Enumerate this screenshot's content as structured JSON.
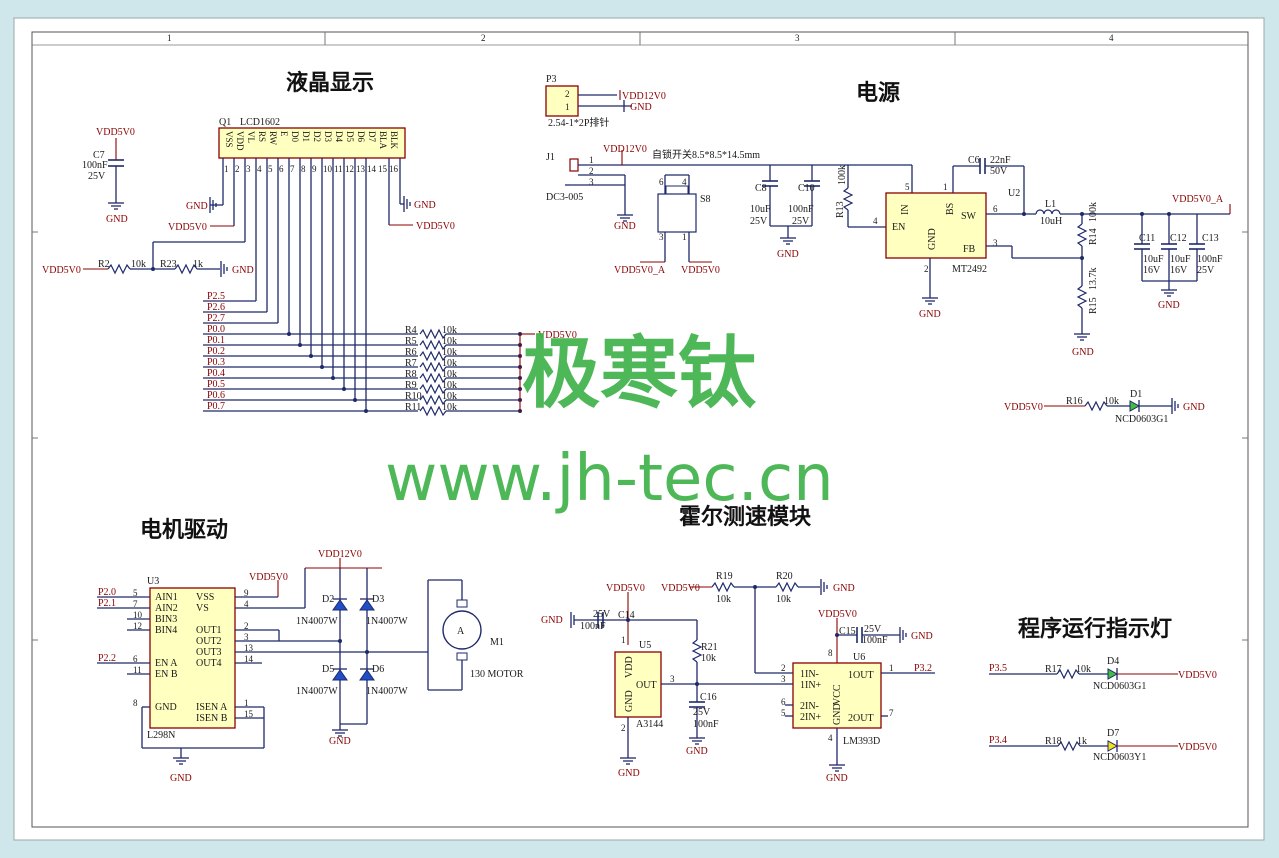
{
  "titles": {
    "lcd": "液晶显示",
    "power": "电源",
    "motor": "电机驱动",
    "hall": "霍尔测速模块",
    "indicator": "程序运行指示灯"
  },
  "watermark": {
    "name": "极寒钛",
    "url": "www.jh-tec.cn",
    "color": "#3fb24a"
  },
  "grid_labels": [
    "1",
    "2",
    "3",
    "4"
  ],
  "lcd": {
    "ref": "Q1",
    "part": "LCD1602",
    "pins": [
      "VSS",
      "VDD",
      "VL",
      "RS",
      "RW",
      "E",
      "D0",
      "D1",
      "D2",
      "D3",
      "D4",
      "D5",
      "D6",
      "D7",
      "BLA",
      "BLK"
    ],
    "pin_numbers": [
      "1",
      "2",
      "3",
      "4",
      "5",
      "6",
      "7",
      "8",
      "9",
      "10",
      "11",
      "12",
      "13",
      "14",
      "15",
      "16"
    ],
    "c7": {
      "ref": "C7",
      "value": "100nF",
      "voltage": "25V"
    },
    "r2": {
      "ref": "R2",
      "value": "10k"
    },
    "r23": {
      "ref": "R23",
      "value": "1k"
    },
    "nets": [
      "P2.5",
      "P2.6",
      "P2.7",
      "P0.0",
      "P0.1",
      "P0.2",
      "P0.3",
      "P0.4",
      "P0.5",
      "P0.6",
      "P0.7"
    ],
    "pullups": [
      {
        "ref": "R4",
        "value": "10k"
      },
      {
        "ref": "R5",
        "value": "10k"
      },
      {
        "ref": "R6",
        "value": "10k"
      },
      {
        "ref": "R7",
        "value": "10k"
      },
      {
        "ref": "R8",
        "value": "10k"
      },
      {
        "ref": "R9",
        "value": "10k"
      },
      {
        "ref": "R10",
        "value": "10k"
      },
      {
        "ref": "R11",
        "value": "10k"
      }
    ]
  },
  "power": {
    "p3": {
      "ref": "P3",
      "part": "2.54-1*2P排针",
      "pins": [
        "2",
        "1"
      ]
    },
    "j1": {
      "ref": "J1",
      "part": "DC3-005",
      "pins": [
        "1",
        "2",
        "3"
      ]
    },
    "switch": {
      "ref": "S8",
      "label": "自锁开关8.5*8.5*14.5mm",
      "pins": [
        "6",
        "4",
        "3",
        "1"
      ]
    },
    "c8": {
      "ref": "C8",
      "value": "10uF",
      "voltage": "25V"
    },
    "c10": {
      "ref": "C10",
      "value": "100nF",
      "voltage": "25V"
    },
    "r13": {
      "ref": "R13",
      "value": "100k"
    },
    "c6": {
      "ref": "C6",
      "value": "22nF",
      "voltage": "50V"
    },
    "u2": {
      "ref": "U2",
      "part": "MT2492",
      "pins": {
        "in": "IN",
        "en": "EN",
        "bs": "BS",
        "sw": "SW",
        "gnd": "GND",
        "fb": "FB"
      },
      "pin_numbers": [
        "5",
        "4",
        "1",
        "6",
        "2",
        "3"
      ]
    },
    "l1": {
      "ref": "L1",
      "value": "10uH"
    },
    "r14": {
      "ref": "R14",
      "value": "100k"
    },
    "r15": {
      "ref": "R15",
      "value": "13.7k"
    },
    "c11": {
      "ref": "C11",
      "value": "10uF",
      "voltage": "16V"
    },
    "c12": {
      "ref": "C12",
      "value": "10uF",
      "voltage": "16V"
    },
    "c13": {
      "ref": "C13",
      "value": "100nF",
      "voltage": "25V"
    },
    "r16": {
      "ref": "R16",
      "value": "10k"
    },
    "d1": {
      "ref": "D1",
      "part": "NCD0603G1"
    }
  },
  "motor": {
    "u3": {
      "ref": "U3",
      "part": "L298N",
      "left_pins": [
        "AIN1",
        "AIN2",
        "BIN3",
        "BIN4",
        "EN A",
        "EN B",
        "GND"
      ],
      "left_nums": [
        "5",
        "7",
        "10",
        "12",
        "6",
        "11",
        "8"
      ],
      "right_pins": [
        "VSS",
        "VS",
        "OUT1",
        "OUT2",
        "OUT3",
        "OUT4",
        "ISEN A",
        "ISEN B"
      ],
      "right_nums": [
        "9",
        "4",
        "2",
        "3",
        "13",
        "14",
        "1",
        "15"
      ]
    },
    "nets": [
      "P2.0",
      "P2.1",
      "P2.2"
    ],
    "diodes": [
      {
        "ref": "D2",
        "part": "1N4007W"
      },
      {
        "ref": "D3",
        "part": "1N4007W"
      },
      {
        "ref": "D5",
        "part": "1N4007W"
      },
      {
        "ref": "D6",
        "part": "1N4007W"
      }
    ],
    "m1": {
      "ref": "M1",
      "part": "130 MOTOR",
      "symbol": "A"
    }
  },
  "hall": {
    "u5": {
      "ref": "U5",
      "part": "A3144",
      "pins": [
        "VDD",
        "OUT",
        "GND"
      ],
      "pin_numbers": [
        "1",
        "3",
        "2"
      ]
    },
    "c14": {
      "ref": "C14",
      "value": "100nF",
      "voltage": "25V"
    },
    "r21": {
      "ref": "R21",
      "value": "10k"
    },
    "c16": {
      "ref": "C16",
      "value": "100nF",
      "voltage": "25V"
    },
    "r19": {
      "ref": "R19",
      "value": "10k"
    },
    "r20": {
      "ref": "R20",
      "value": "10k"
    },
    "c15": {
      "ref": "C15",
      "value": "100nF",
      "voltage": "25V"
    },
    "u6": {
      "ref": "U6",
      "part": "LM393D",
      "pins": [
        "1IN-",
        "1IN+",
        "2IN-",
        "2IN+",
        "1OUT",
        "2OUT",
        "VCC",
        "GND"
      ],
      "pin_numbers": [
        "2",
        "3",
        "6",
        "5",
        "1",
        "7",
        "8",
        "4"
      ]
    },
    "out_net": "P3.2"
  },
  "indicator": {
    "r17": {
      "ref": "R17",
      "value": "10k",
      "net": "P3.5"
    },
    "d4": {
      "ref": "D4",
      "part": "NCD0603G1"
    },
    "r18": {
      "ref": "R18",
      "value": "1k",
      "net": "P3.4"
    },
    "d7": {
      "ref": "D7",
      "part": "NCD0603Y1"
    }
  },
  "net_labels": {
    "vdd5": "VDD5V0",
    "vdd12": "VDD12V0",
    "vdd5a": "VDD5V0_A",
    "gnd": "GND"
  }
}
